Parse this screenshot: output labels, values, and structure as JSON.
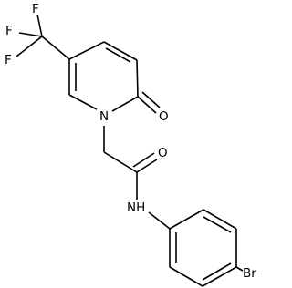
{
  "diagram": {
    "type": "chemical-structure",
    "colors": {
      "bond": "#000000",
      "label": "#000000",
      "background": "#ffffff"
    },
    "atom_labels": {
      "f_top": "F",
      "f_left_upper": "F",
      "f_left_lower": "F",
      "ring_n": "N",
      "ring_o": "O",
      "amide_o": "O",
      "amide_nh": "NH",
      "br": "Br"
    }
  }
}
